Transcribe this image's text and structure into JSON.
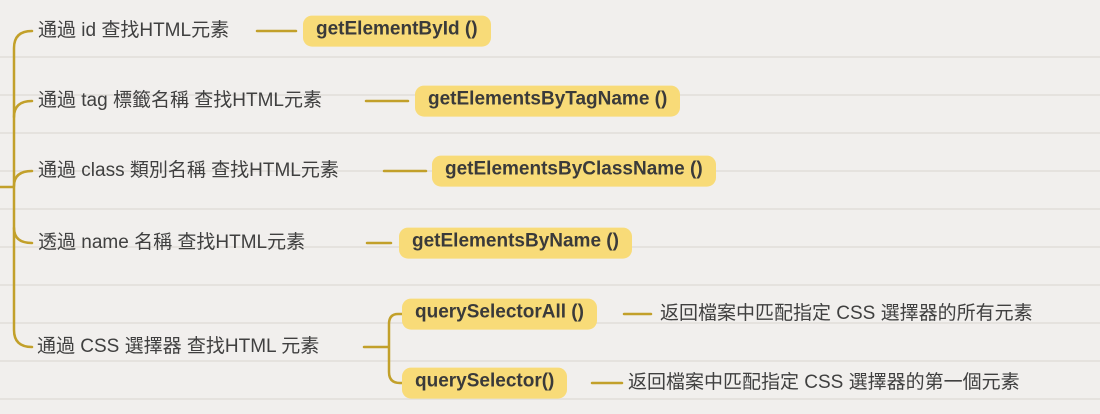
{
  "colors": {
    "background": "#f1efed",
    "ruled_line": "#e5e2de",
    "branch_line": "#c2a02a",
    "node_bg": "#f8db78",
    "node_text": "#3a3a3a",
    "label_text": "#404040"
  },
  "mindmap": {
    "branches": [
      {
        "label": "通過 id 查找HTML元素",
        "method": "getElementById ()"
      },
      {
        "label": "通過 tag 標籤名稱 查找HTML元素",
        "method": "getElementsByTagName ()"
      },
      {
        "label": "通過 class 類別名稱 查找HTML元素",
        "method": "getElementsByClassName ()"
      },
      {
        "label": "透過 name 名稱 查找HTML元素",
        "method": "getElementsByName ()"
      },
      {
        "label": "通過 CSS 選擇器 查找HTML 元素",
        "children": [
          {
            "method": "querySelectorAll ()",
            "description": "返回檔案中匹配指定 CSS 選擇器的所有元素"
          },
          {
            "method": "querySelector()",
            "description": "返回檔案中匹配指定 CSS 選擇器的第一個元素"
          }
        ]
      }
    ]
  }
}
